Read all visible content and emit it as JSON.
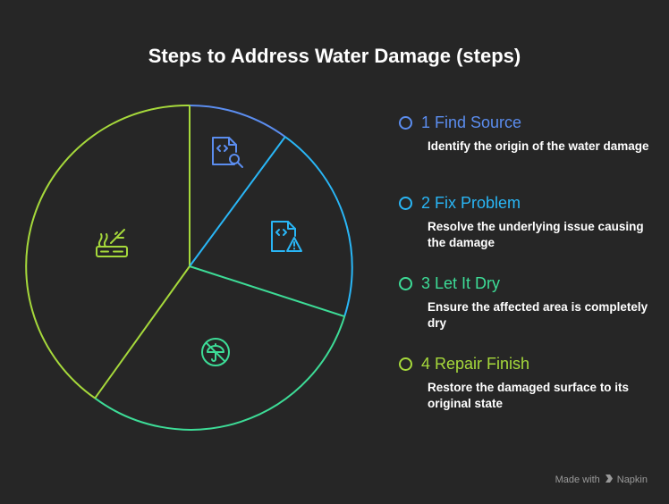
{
  "title": "Steps to Address Water Damage (steps)",
  "colors": {
    "background": "#262626",
    "step1": "#5b8def",
    "step2": "#29b6f6",
    "step3": "#3ddc97",
    "step4": "#a6d93b"
  },
  "steps": [
    {
      "label": "1 Find Source",
      "description": "Identify the origin of the water damage",
      "icon": "file-search-icon"
    },
    {
      "label": "2 Fix Problem",
      "description": "Resolve the underlying issue causing the damage",
      "icon": "file-warning-icon"
    },
    {
      "label": "3 Let It Dry",
      "description": "Ensure the affected area is completely dry",
      "icon": "no-umbrella-icon"
    },
    {
      "label": "4 Repair Finish",
      "description": "Restore the damaged surface to its original state",
      "icon": "repair-tools-icon"
    }
  ],
  "credit": {
    "prefix": "Made with",
    "brand": "Napkin"
  }
}
